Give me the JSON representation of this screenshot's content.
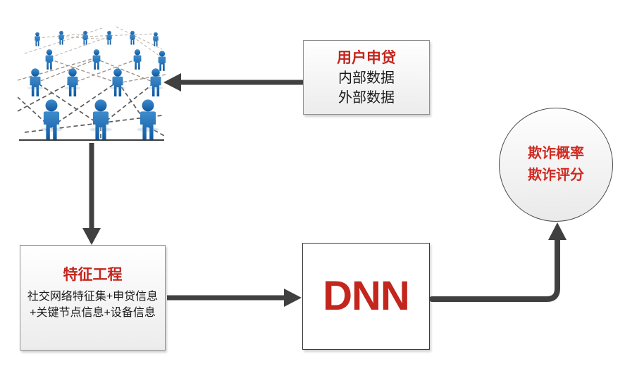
{
  "diagram": {
    "title": "fraud-scoring-flow",
    "network_image": {
      "alt": "social-network-people-graphic"
    },
    "user_box": {
      "title": "用户申贷",
      "lines": [
        "内部数据",
        "外部数据"
      ]
    },
    "feature_box": {
      "title": "特征工程",
      "lines": [
        "社交网络特征集+申贷信息",
        "+关键节点信息+设备信息"
      ]
    },
    "dnn_box": {
      "label": "DNN"
    },
    "result_circle": {
      "lines": [
        "欺诈概率",
        "欺诈评分"
      ]
    },
    "colors": {
      "accent_red": "#c3261d",
      "arrow_gray": "#404040",
      "text_black": "#1a1a1a",
      "person_blue": "#1565b0"
    }
  }
}
